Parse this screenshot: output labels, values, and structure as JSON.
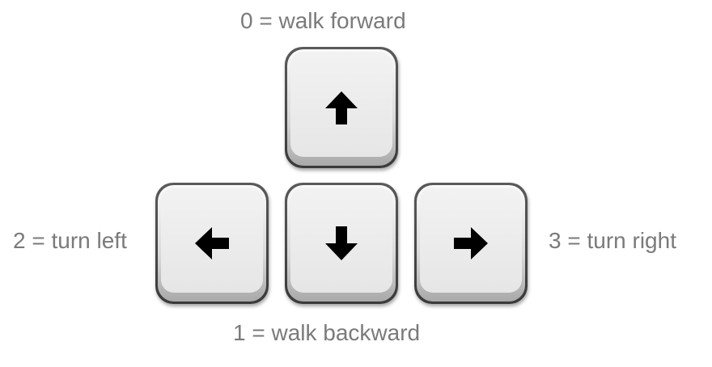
{
  "labels": {
    "forward": "0 = walk forward",
    "backward": "1 = walk backward",
    "left": "2 = turn left",
    "right": "3 = turn right"
  },
  "keys": [
    {
      "name": "up",
      "icon": "arrow-up-icon"
    },
    {
      "name": "left",
      "icon": "arrow-left-icon"
    },
    {
      "name": "down",
      "icon": "arrow-down-icon"
    },
    {
      "name": "right",
      "icon": "arrow-right-icon"
    }
  ],
  "colors": {
    "label_text": "#7a7a7a",
    "key_face": "#e6e6e6",
    "key_border": "#3a3a3a",
    "arrow": "#000000"
  }
}
